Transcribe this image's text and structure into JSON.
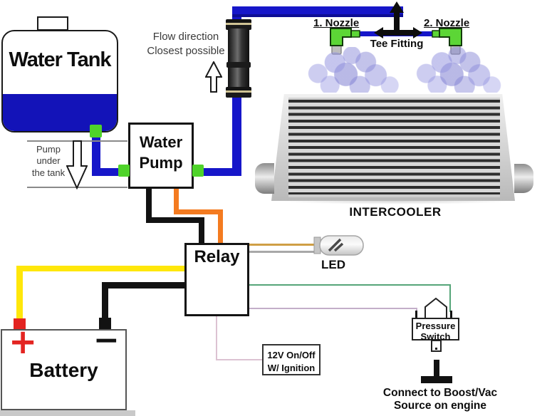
{
  "colors": {
    "tube-blue": "#1616c9",
    "tank-blue": "#1313b8",
    "connector-green": "#4fd32a",
    "nozzle-green": "#5cd636",
    "wire-orange": "#f47b20",
    "wire-yellow": "#ffe70a",
    "wire-black": "#121212",
    "wire-green": "#55a578",
    "wire-violet": "#c3aec9",
    "wire-pink": "#dcc2d2",
    "led-lead-top": "#cf9f45",
    "led-lead-bottom": "#a8a8a8",
    "terminal-red": "#e32421"
  },
  "tank": {
    "label": "Water Tank"
  },
  "pump_note": {
    "line1": "Pump",
    "line2": "under",
    "line3": "the tank"
  },
  "flow_note": {
    "line1": "Flow direction",
    "line2": "Closest possible"
  },
  "pump": {
    "line1": "Water",
    "line2": "Pump"
  },
  "nozzles": {
    "n1": "1. Nozzle",
    "n2": "2. Nozzle",
    "tee": "Tee Fitting"
  },
  "intercooler": {
    "label": "INTERCOOLER"
  },
  "relay": {
    "label": "Relay"
  },
  "led": {
    "label": "LED"
  },
  "battery": {
    "label": "Battery",
    "plus": "+",
    "minus": "−"
  },
  "ignition": {
    "line1": "12V On/Off",
    "line2": "W/ Ignition"
  },
  "pressure_switch": {
    "line1": "Pressure",
    "line2": "Switch"
  },
  "boost_note": {
    "line1": "Connect to Boost/Vac",
    "line2": "Source on engine"
  }
}
